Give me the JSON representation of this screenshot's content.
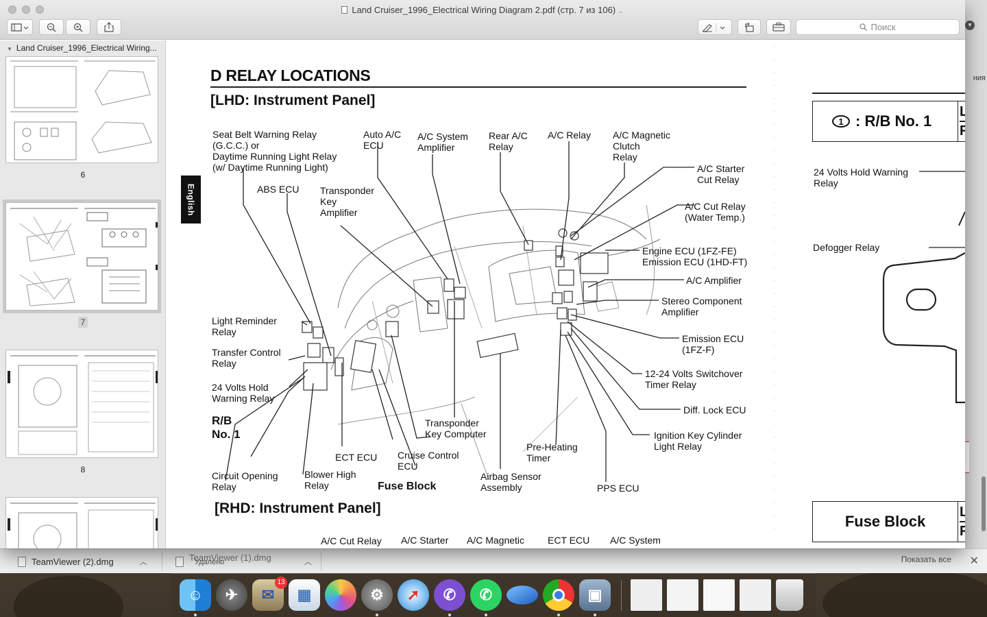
{
  "window": {
    "title": "Land Cruiser_1996_Electrical Wiring Diagram 2.pdf (стр. 7 из 106)",
    "search_placeholder": "Поиск"
  },
  "sidebar": {
    "doc_name": "Land Cruiser_1996_Electrical Wiring...",
    "pages": [
      "6",
      "7",
      "8"
    ]
  },
  "document": {
    "side_tab": "English",
    "section_title": "D   RELAY LOCATIONS",
    "lhd_heading": "[LHD: Instrument Panel]",
    "rhd_heading": "[RHD: Instrument Panel]",
    "labels": {
      "seat_belt": [
        "Seat Belt Warning Relay",
        "(G.C.C.) or",
        "Daytime Running Light Relay",
        "(w/ Daytime Running Light)"
      ],
      "abs_ecu": "ABS ECU",
      "transponder_amp": [
        "Transponder",
        "Key",
        "Amplifier"
      ],
      "auto_ac_ecu": [
        "Auto A/C",
        "ECU"
      ],
      "ac_system_amp": [
        "A/C System",
        "Amplifier"
      ],
      "rear_ac_relay": [
        "Rear A/C",
        "Relay"
      ],
      "ac_relay": "A/C Relay",
      "ac_magnetic_clutch": [
        "A/C Magnetic",
        "Clutch",
        "Relay"
      ],
      "ac_starter_cut": [
        "A/C Starter",
        "Cut Relay"
      ],
      "ac_cut_relay": [
        "A/C Cut Relay",
        "(Water Temp.)"
      ],
      "engine_ecu": [
        "Engine ECU (1FZ-FE)",
        "Emission ECU (1HD-FT)"
      ],
      "ac_amplifier": "A/C Amplifier",
      "stereo_amp": [
        "Stereo Component",
        "Amplifier"
      ],
      "emission_ecu": [
        "Emission ECU",
        "(1FZ-F)"
      ],
      "switchover_timer": [
        "12-24 Volts Switchover",
        "Timer Relay"
      ],
      "diff_lock_ecu": "Diff. Lock ECU",
      "ignition_key": [
        "Ignition Key Cylinder",
        "Light Relay"
      ],
      "pps_ecu": "PPS ECU",
      "light_reminder": [
        "Light Reminder",
        "Relay"
      ],
      "transfer_control": [
        "Transfer Control",
        "Relay"
      ],
      "volts_hold": [
        "24 Volts Hold",
        "Warning Relay"
      ],
      "rb_no1": [
        "R/B",
        "No. 1"
      ],
      "circuit_opening": [
        "Circuit Opening",
        "Relay"
      ],
      "blower_high": [
        "Blower High",
        "Relay"
      ],
      "ect_ecu": "ECT ECU",
      "cruise_control": [
        "Cruise Control",
        "ECU"
      ],
      "fuse_block": "Fuse Block",
      "transponder_computer": [
        "Transponder",
        "Key Computer"
      ],
      "airbag_sensor": [
        "Airbag Sensor",
        "Assembly"
      ],
      "preheating_timer": [
        "Pre-Heating",
        "Timer"
      ]
    },
    "rhd_labels": [
      "A/C Cut Relay",
      "A/C Starter",
      "A/C Magnetic",
      "ECT ECU",
      "A/C System"
    ],
    "right_page": {
      "rb_num": "1",
      "rb_label": ": R/B No. 1",
      "lr_top": "L",
      "lr_bottom": "R",
      "volts_hold": [
        "24 Volts Hold Warning",
        "Relay"
      ],
      "defogger": "Defogger Relay",
      "fuse_block": "Fuse Block"
    }
  },
  "downloads": {
    "items": [
      {
        "name": "TeamViewer (2).dmg",
        "status": ""
      },
      {
        "name": "TeamViewer (1).dmg",
        "status": "Удалено"
      }
    ],
    "show_all": "Показать все"
  },
  "background_window": {
    "partial_text": "ния"
  },
  "dock": {
    "apps": [
      "finder",
      "launchpad",
      "mail",
      "photos-preview",
      "photos",
      "system-preferences",
      "safari",
      "viber",
      "whatsapp",
      "teamviewer",
      "chrome",
      "preview",
      "documents-1",
      "documents-2",
      "documents-3",
      "documents-4",
      "trash"
    ],
    "mail_badge": "13"
  }
}
